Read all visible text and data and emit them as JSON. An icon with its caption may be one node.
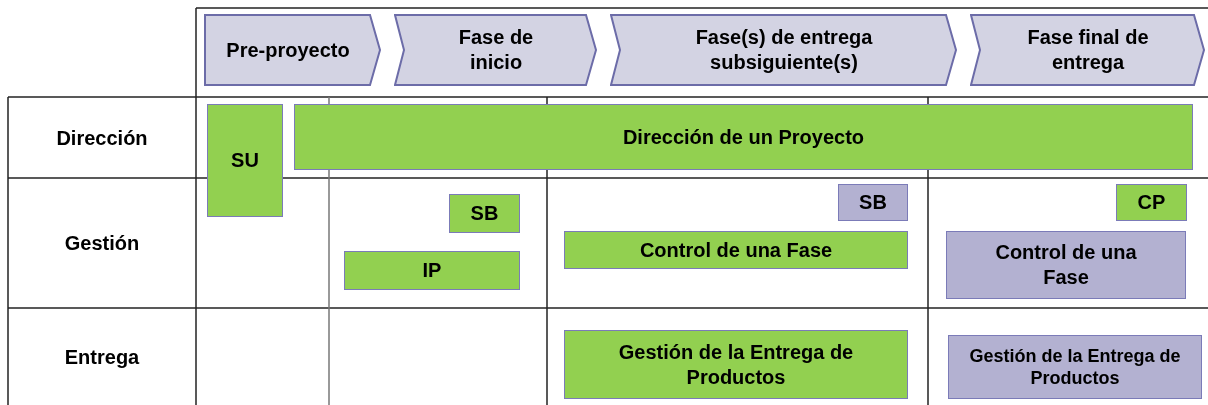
{
  "diagram": {
    "nodes": [
      {
        "text": [
          "Pre-proyecto"
        ]
      },
      {
        "text": [
          "Fase de inicio"
        ]
      },
      {
        "text": [
          "Fase(s) de entrega subsiguiente(s)"
        ]
      },
      {
        "text": [
          "Fase final de entrega"
        ]
      },
      {
        "text": [
          "SU"
        ]
      },
      {
        "text": [
          "Dirección de un Proyecto"
        ]
      },
      {
        "text": [
          "SB"
        ]
      },
      {
        "text": [
          "IP"
        ]
      },
      {
        "text": [
          "SB"
        ]
      },
      {
        "text": [
          "Control de una Fase"
        ]
      },
      {
        "text": [
          "CP"
        ]
      },
      {
        "text": [
          "Control de una Fase"
        ]
      },
      {
        "text": [
          "Gestión de la Entrega de Productos"
        ]
      },
      {
        "text": [
          "Gestión de la Entrega de Productos"
        ]
      }
    ],
    "labels": [
      "Dirección",
      "Gestión",
      "Entrega"
    ]
  }
}
